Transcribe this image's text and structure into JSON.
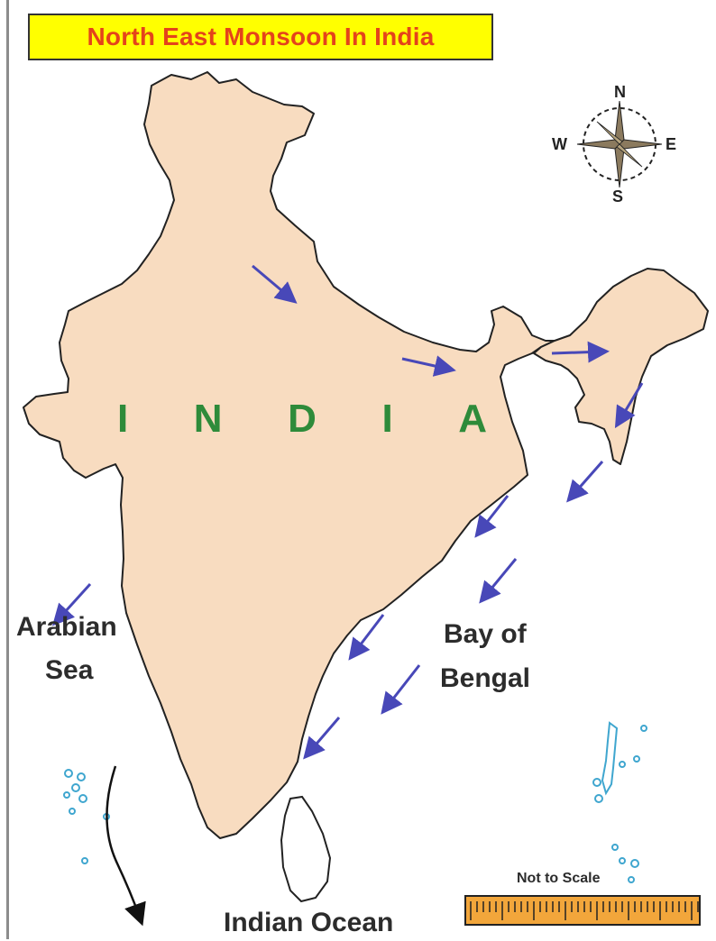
{
  "title": "North East Monsoon In India",
  "country_letters": [
    "I",
    "N",
    "D",
    "I",
    "A"
  ],
  "labels": {
    "arabian_line1": "Arabian",
    "arabian_line2": "Sea",
    "bay_line1": "Bay of",
    "bay_line2": "Bengal",
    "indian_ocean": "Indian Ocean",
    "scale_note": "Not to Scale"
  },
  "compass": {
    "n": "N",
    "s": "S",
    "e": "E",
    "w": "W"
  },
  "colors": {
    "land": "#f8dcc0",
    "title_bg": "#ffff00",
    "title_text": "#e4431b",
    "arrow": "#4848b8",
    "country_label": "#2e8b3a",
    "islands": "#3fa6cf",
    "scale_bar": "#f2a63b"
  },
  "icons": [
    "compass-rose-icon",
    "wind-arrow-icon",
    "curved-arrow-icon",
    "scale-bar-icon"
  ]
}
